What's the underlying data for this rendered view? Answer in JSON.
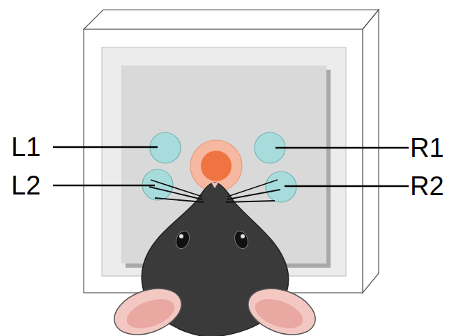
{
  "diagram": {
    "labels": [
      "L1",
      "L2",
      "R1",
      "R2"
    ]
  }
}
